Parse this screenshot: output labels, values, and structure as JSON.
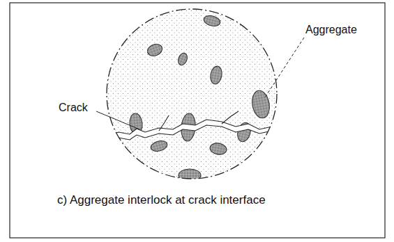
{
  "diagram": {
    "caption": "c) Aggregate interlock at crack interface",
    "labels": [
      "Aggregate",
      "Crack"
    ]
  }
}
